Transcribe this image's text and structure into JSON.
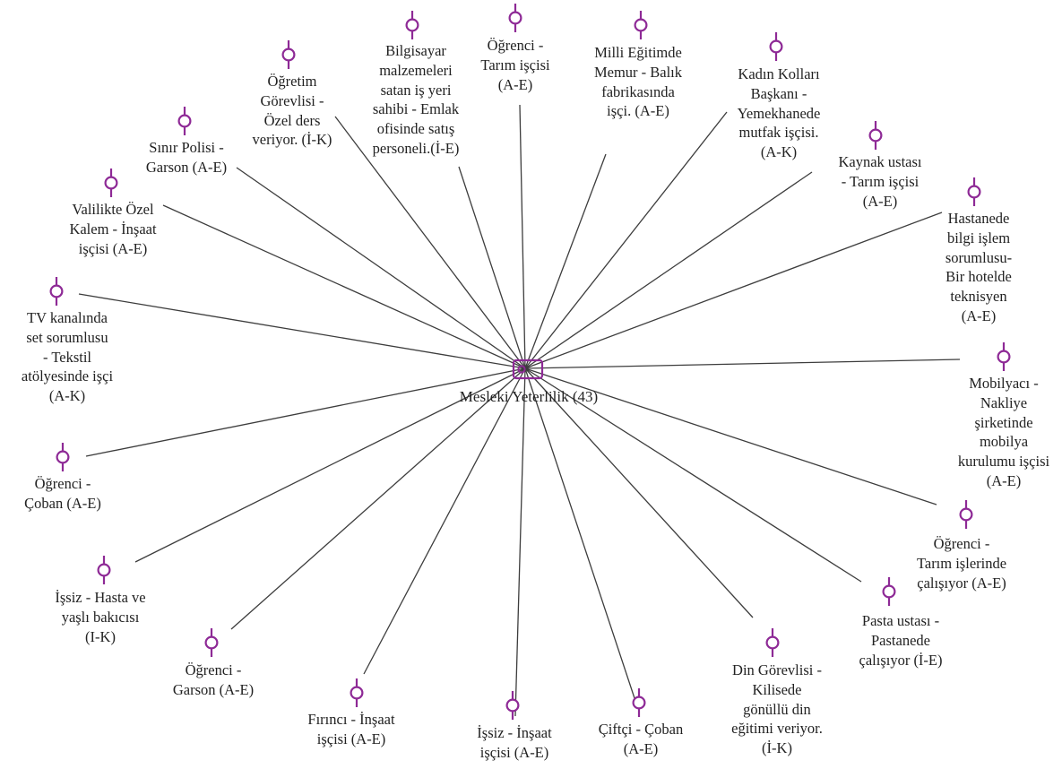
{
  "accent_color": "#8e2a96",
  "line_color": "#3d3d3d",
  "center": {
    "label": "Mesleki Yeterlilik (43)",
    "icon": "tag-icon"
  },
  "nodes": [
    {
      "id": "n1",
      "label": "Öğrenci -\nTarım işçisi\n(A-E)",
      "icon": "pin-icon"
    },
    {
      "id": "n2",
      "label": "Milli Eğitimde\nMemur - Balık\nfabrikasında\nişçi. (A-E)",
      "icon": "pin-icon"
    },
    {
      "id": "n3",
      "label": "Kadın Kolları\nBaşkanı -\nYemekhanede\nmutfak işçisi.\n(A-K)",
      "icon": "pin-icon"
    },
    {
      "id": "n4",
      "label": "Kaynak ustası\n- Tarım işçisi\n(A-E)",
      "icon": "pin-icon"
    },
    {
      "id": "n5",
      "label": "Hastanede\nbilgi işlem\nsorumlusu-\nBir hotelde\nteknisyen\n(A-E)",
      "icon": "pin-icon"
    },
    {
      "id": "n6",
      "label": "Mobilyacı -\nNakliye\nşirketinde\nmobilya\nkurulumu işçisi\n(A-E)",
      "icon": "pin-icon"
    },
    {
      "id": "n7",
      "label": "Öğrenci -\nTarım işlerinde\nçalışıyor (A-E)",
      "icon": "pin-icon"
    },
    {
      "id": "n8",
      "label": "Pasta ustası -\nPastanede\nçalışıyor (İ-E)",
      "icon": "pin-icon"
    },
    {
      "id": "n9",
      "label": "Din Görevlisi -\nKilisede\ngönüllü din\neğitimi veriyor.\n(İ-K)",
      "icon": "pin-icon"
    },
    {
      "id": "n10",
      "label": "Çiftçi - Çoban\n(A-E)",
      "icon": "pin-icon"
    },
    {
      "id": "n11",
      "label": "İşsiz - İnşaat\nişçisi (A-E)",
      "icon": "pin-icon"
    },
    {
      "id": "n12",
      "label": "Fırıncı - İnşaat\nişçisi (A-E)",
      "icon": "pin-icon"
    },
    {
      "id": "n13",
      "label": "Öğrenci -\nGarson (A-E)",
      "icon": "pin-icon"
    },
    {
      "id": "n14",
      "label": "İşsiz - Hasta ve\nyaşlı bakıcısı\n(I-K)",
      "icon": "pin-icon"
    },
    {
      "id": "n15",
      "label": "Öğrenci -\nÇoban (A-E)",
      "icon": "pin-icon"
    },
    {
      "id": "n16",
      "label": "TV kanalında\nset sorumlusu\n- Tekstil\natölyesinde işçi\n(A-K)",
      "icon": "pin-icon"
    },
    {
      "id": "n17",
      "label": "Valilikte Özel\nKalem - İnşaat\nişçisi (A-E)",
      "icon": "pin-icon"
    },
    {
      "id": "n18",
      "label": "Sınır Polisi -\nGarson (A-E)",
      "icon": "pin-icon"
    },
    {
      "id": "n19",
      "label": "Öğretim\nGörevlisi -\nÖzel ders\nveriyor. (İ-K)",
      "icon": "pin-icon"
    },
    {
      "id": "n20",
      "label": "Bilgisayar\nmalzemeleri\nsatan iş yeri\nsahibi - Emlak\nofisinde satış\npersoneli.(İ-E)",
      "icon": "pin-icon"
    }
  ]
}
